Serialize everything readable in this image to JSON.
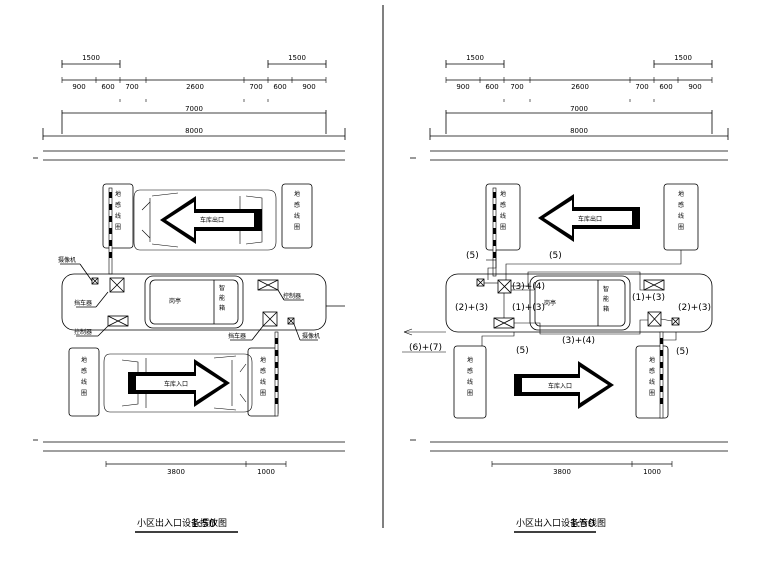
{
  "left": {
    "dims_top": [
      "1500",
      "1500"
    ],
    "dims_mid": [
      "900",
      "600",
      "700",
      "2600",
      "700",
      "600",
      "900"
    ],
    "dim_7000": "7000",
    "dim_8000": "8000",
    "dim_bottom": [
      "3800",
      "1000"
    ],
    "loop_label": "地\n感\n线\n圈",
    "exit_label": "车库出口",
    "entry_label": "车库入口",
    "booth_label": "岗亭",
    "smart_label": "智\n能\n箱",
    "camera_label": "摄像机",
    "barrier_label": "挡车器",
    "controller_label": "控制器",
    "title": "小区出入口设备摆放图",
    "scale": "1:50"
  },
  "right": {
    "dims_top": [
      "1500",
      "1500"
    ],
    "dims_mid": [
      "900",
      "600",
      "700",
      "2600",
      "700",
      "600",
      "900"
    ],
    "dim_7000": "7000",
    "dim_8000": "8000",
    "dim_bottom": [
      "3800",
      "1000"
    ],
    "loop_label": "地\n感\n线\n圈",
    "exit_label": "车库出口",
    "entry_label": "车库入口",
    "booth_label": "岗亭",
    "smart_label": "智\n能\n箱",
    "cable_labels": {
      "c5_left": "(5)",
      "c5_top": "(5)",
      "c3_4": "(3)+(4)",
      "c2_3_left": "(2)+(3)",
      "c1_3": "(1)+(3)",
      "c2_3_right": "(2)+(3)",
      "c1_3_mid": "(1)+(3)",
      "c3_4_bottom": "(3)+(4)",
      "c5_bottom": "(5)",
      "c5_right": "(5)",
      "c6_7": "(6)+(7)"
    },
    "title": "小区出入口设备管线图",
    "scale": "1:50"
  }
}
